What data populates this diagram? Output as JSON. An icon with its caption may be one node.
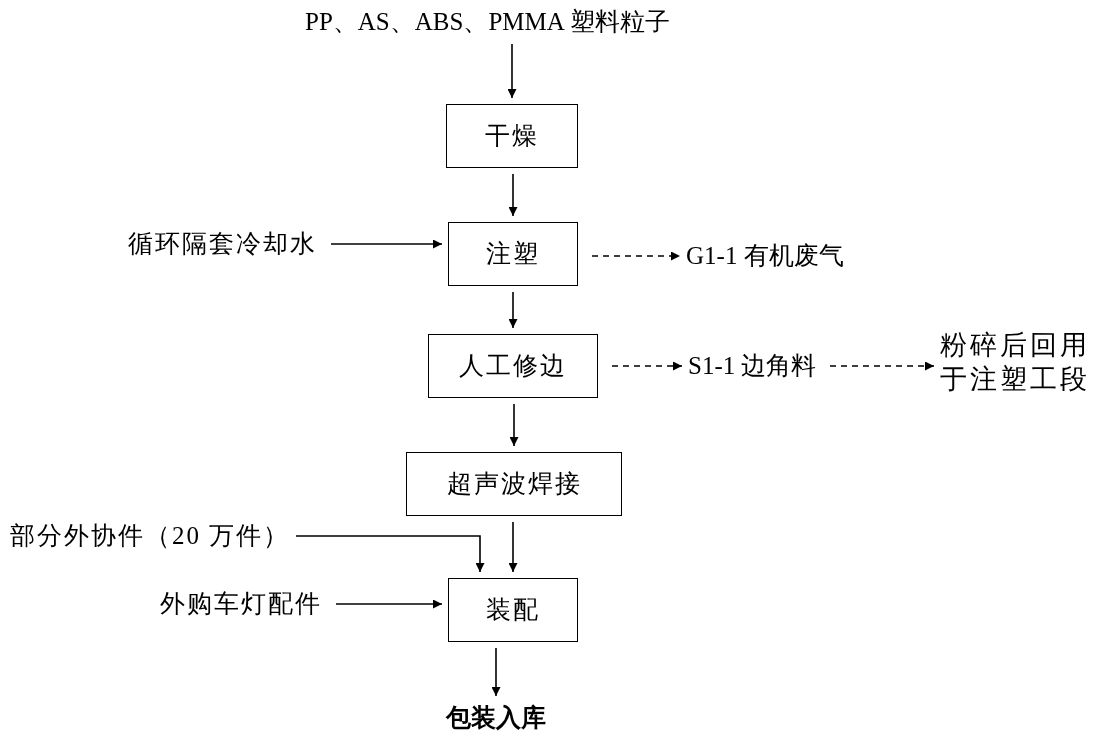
{
  "diagram": {
    "nodes": [
      {
        "text": [
          "PP、AS、ABS、PMMA 塑料粒子"
        ]
      },
      {
        "text": [
          "干燥"
        ]
      },
      {
        "text": [
          "注塑"
        ]
      },
      {
        "text": [
          "循环隔套冷却水"
        ]
      },
      {
        "text": [
          "G1-1 有机废气"
        ]
      },
      {
        "text": [
          "人工修边"
        ]
      },
      {
        "text": [
          "S1-1 边角料"
        ]
      },
      {
        "text": [
          "粉碎后回用于注塑工段"
        ]
      },
      {
        "text": [
          "超声波焊接"
        ]
      },
      {
        "text": [
          "部分外协件（20 万件）"
        ]
      },
      {
        "text": [
          "装配"
        ]
      },
      {
        "text": [
          "外购车灯配件"
        ]
      },
      {
        "text": [
          "包装入库"
        ]
      }
    ],
    "edges": [
      {
        "from": 0,
        "to": 1,
        "arrow": "to"
      },
      {
        "from": 1,
        "to": 2,
        "arrow": "to"
      },
      {
        "from": 3,
        "to": 2,
        "arrow": "to"
      },
      {
        "from": 2,
        "to": 4,
        "arrow": "to",
        "style": "dashed"
      },
      {
        "from": 2,
        "to": 5,
        "arrow": "to"
      },
      {
        "from": 5,
        "to": 6,
        "arrow": "to",
        "style": "dashed"
      },
      {
        "from": 6,
        "to": 7,
        "arrow": "to",
        "style": "dashed"
      },
      {
        "from": 5,
        "to": 8,
        "arrow": "to"
      },
      {
        "from": 8,
        "to": 10,
        "arrow": "to"
      },
      {
        "from": 9,
        "to": 10,
        "arrow": "to"
      },
      {
        "from": 11,
        "to": 10,
        "arrow": "to"
      },
      {
        "from": 10,
        "to": 12,
        "arrow": "to"
      }
    ]
  }
}
